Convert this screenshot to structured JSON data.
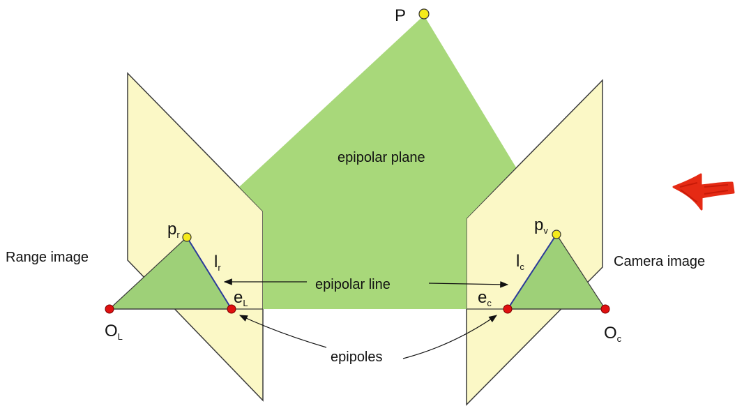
{
  "points": {
    "P": "P",
    "p_r": {
      "main": "p",
      "sub": "r"
    },
    "p_v": {
      "main": "p",
      "sub": "v"
    },
    "l_r": {
      "main": "l",
      "sub": "r"
    },
    "l_c": {
      "main": "l",
      "sub": "c"
    },
    "e_L": {
      "main": "e",
      "sub": "L"
    },
    "e_c": {
      "main": "e",
      "sub": "c"
    },
    "O_L": {
      "main": "O",
      "sub": "L"
    },
    "O_c": {
      "main": "O",
      "sub": "c"
    }
  },
  "labels": {
    "epipolar_plane": "epipolar plane",
    "epipolar_line": "epipolar line",
    "epipoles": "epipoles",
    "range_image": "Range image",
    "camera_image": "Camera image"
  },
  "colors": {
    "image_plane": "#fbf8c6",
    "plane_green": "#a8d87a",
    "triangle_green": "#9ed078",
    "outline": "#3a3a3a",
    "point_red": "#e01010",
    "point_yellow": "#f5ea1a",
    "arrow_red": "#e52a14"
  }
}
